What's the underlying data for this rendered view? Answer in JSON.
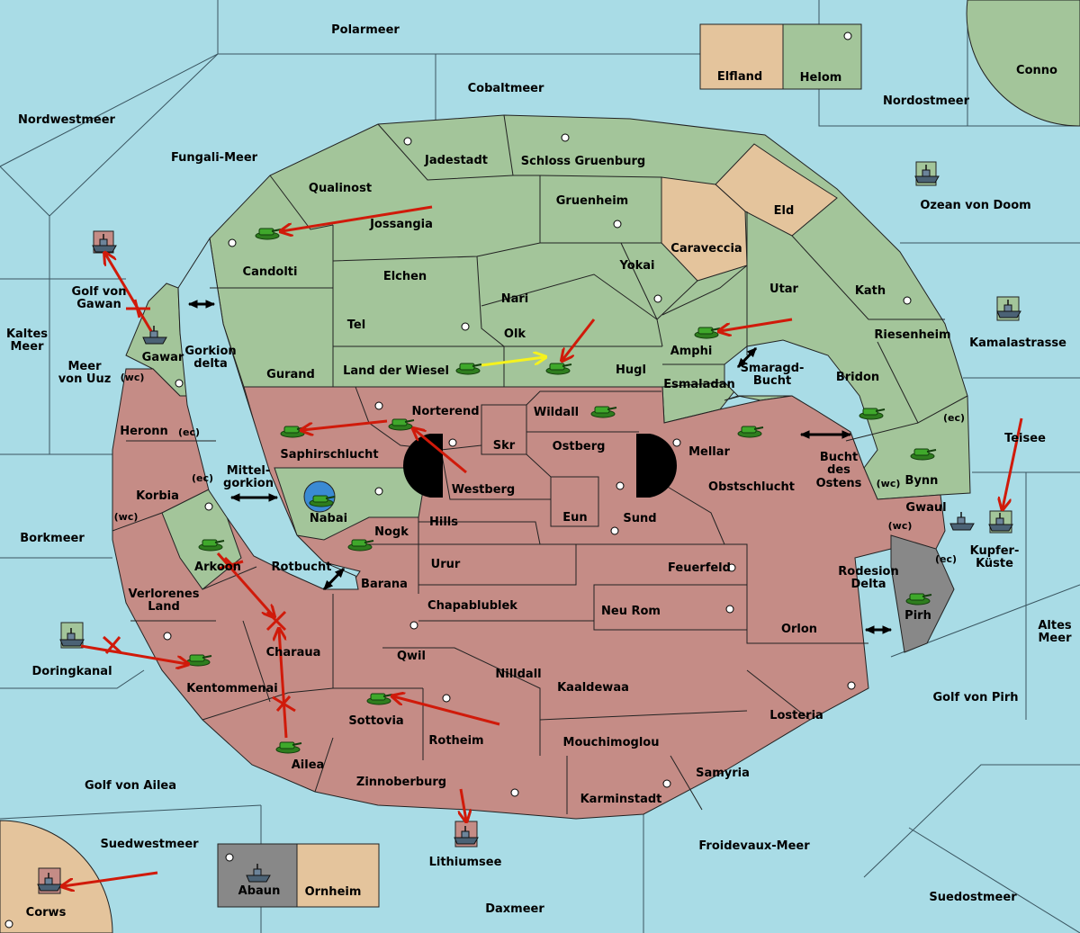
{
  "colors": {
    "sea": "#a9dce6",
    "green": "#a3c59a",
    "red": "#c58c86",
    "tan": "#e4c49c",
    "gray": "#888888",
    "order": "#d01a0a",
    "support": "#f5f21e"
  },
  "labels": {
    "polarmeer": "Polarmeer",
    "cobaltmeer": "Cobaltmeer",
    "nordwestmeer": "Nordwestmeer",
    "nordostmeer": "Nordostmeer",
    "fungali": "Fungali-Meer",
    "conno": "Conno",
    "elfland": "Elfland",
    "helom": "Helom",
    "jadestadt": "Jadestadt",
    "schloss": "Schloss Gruenburg",
    "qualinost": "Qualinost",
    "jossangia": "Jossangia",
    "gruenheim": "Gruenheim",
    "caraveccia": "Caraveccia",
    "eld": "Eld",
    "ozean": "Ozean von Doom",
    "candolti": "Candolti",
    "elchen": "Elchen",
    "yokai": "Yokai",
    "nari": "Nari",
    "utar": "Utar",
    "kath": "Kath",
    "tel": "Tel",
    "olk": "Olk",
    "amphi": "Amphi",
    "riesenheim": "Riesenheim",
    "kamalastrasse": "Kamalastrasse",
    "golf_gawan": "Golf von\nGawan",
    "kaltes": "Kaltes\nMeer",
    "gawar": "Gawar",
    "gorkion_delta": "Gorkion\ndelta",
    "meer_uuz": "Meer\nvon Uuz",
    "gurand": "Gurand",
    "land_wiesel": "Land der Wiesel",
    "hugl": "Hugl",
    "smaragd": "Smaragd-\nBucht",
    "bridon": "Bridon",
    "esmaladan": "Esmaladan",
    "heronn": "Heronn",
    "norterend": "Norterend",
    "wildall": "Wildall",
    "saphir": "Saphirschlucht",
    "skr": "Skr",
    "ostberg": "Ostberg",
    "mellar": "Mellar",
    "bucht_ostens": "Bucht\ndes\nOstens",
    "bynn": "Bynn",
    "teisee": "Teisee",
    "mittelgorkion": "Mittel-\ngorkion",
    "korbia": "Korbia",
    "westberg": "Westberg",
    "obstschlucht": "Obstschlucht",
    "gwaul": "Gwaul",
    "nabai": "Nabai",
    "hills": "Hills",
    "eun": "Eun",
    "sund": "Sund",
    "borkmeer": "Borkmeer",
    "nogk": "Nogk",
    "kupfer": "Kupfer-\nKüste",
    "arkoon": "Arkoon",
    "rotbucht": "Rotbucht",
    "urur": "Urur",
    "feuerfeld": "Feuerfeld",
    "rodesion": "Rodesion\nDelta",
    "barana": "Barana",
    "verlorenes": "Verlorenes\nLand",
    "chapablublek": "Chapablublek",
    "neu_rom": "Neu Rom",
    "pirh": "Pirh",
    "orlon": "Orlon",
    "altes": "Altes\nMeer",
    "charaua": "Charaua",
    "doringkanal": "Doringkanal",
    "qwil": "Qwil",
    "nilldall": "Nilldall",
    "kentommenai": "Kentommenai",
    "kaaldewaa": "Kaaldewaa",
    "golf_pirh": "Golf von Pirh",
    "sottovia": "Sottovia",
    "rotheim": "Rotheim",
    "mouchimoglou": "Mouchimoglou",
    "losteria": "Losteria",
    "ailea": "Ailea",
    "samyria": "Samyria",
    "golf_ailea": "Golf von Ailea",
    "zinnoberburg": "Zinnoberburg",
    "karminstadt": "Karminstadt",
    "suedwestmeer": "Suedwestmeer",
    "froidevaux": "Froidevaux-Meer",
    "lithiumsee": "Lithiumsee",
    "abaun": "Abaun",
    "ornheim": "Ornheim",
    "suedostmeer": "Suedostmeer",
    "daxmeer": "Daxmeer",
    "corws": "Corws",
    "wc": "(wc)",
    "ec": "(ec)"
  }
}
